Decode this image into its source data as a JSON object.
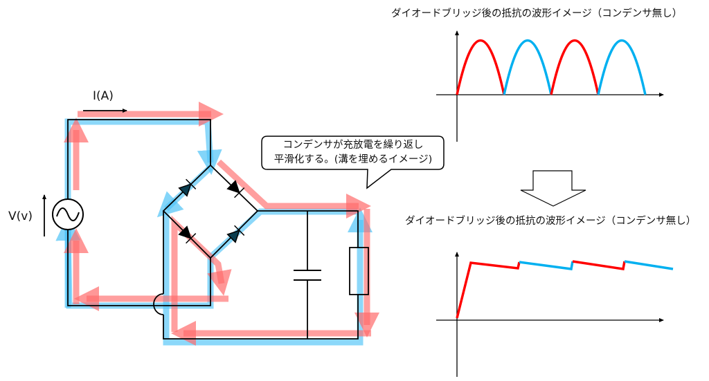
{
  "graph_top": {
    "title": "ダイオードブリッジ後の抵抗の波形イメージ（コンデンサ無し）",
    "colors": [
      "#ff0000",
      "#00b0f0"
    ]
  },
  "graph_bottom": {
    "title": "ダイオードブリッジ後の抵抗の波形イメージ（コンデンサ無し）"
  },
  "callout": {
    "line1": "コンデンサが充放電を繰り返し",
    "line2": "平滑化する。(溝を埋めるイメージ)"
  },
  "circuit": {
    "current_label": "I(A)",
    "voltage_label": "V(v)",
    "path_colors": {
      "positive": "#ff6b6b",
      "negative": "#4fc3f7",
      "wire": "#000000"
    }
  }
}
